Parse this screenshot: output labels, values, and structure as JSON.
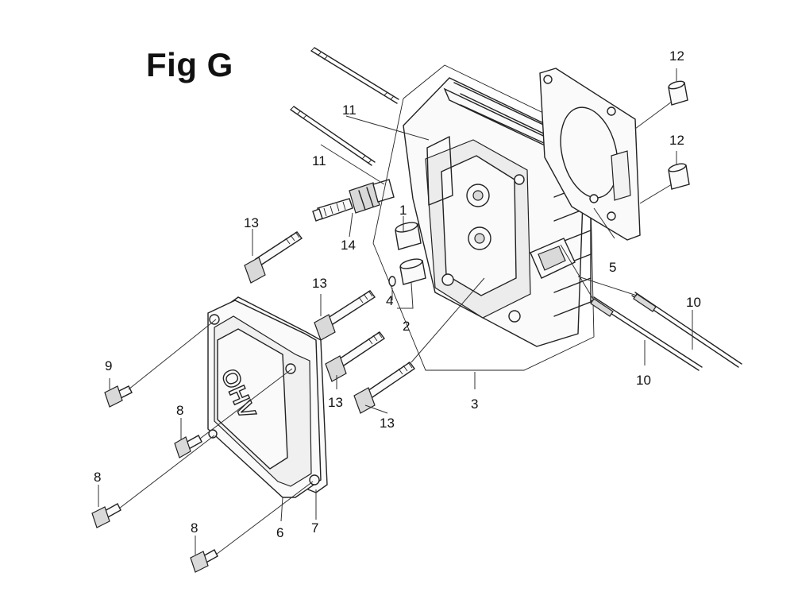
{
  "figure": {
    "title": "Fig G",
    "cover_marking": "OHV",
    "callouts": [
      {
        "id": "c1",
        "text": "1"
      },
      {
        "id": "c2",
        "text": "2"
      },
      {
        "id": "c3",
        "text": "3"
      },
      {
        "id": "c4",
        "text": "4"
      },
      {
        "id": "c5",
        "text": "5"
      },
      {
        "id": "c6",
        "text": "6"
      },
      {
        "id": "c7",
        "text": "7"
      },
      {
        "id": "c8a",
        "text": "8"
      },
      {
        "id": "c8b",
        "text": "8"
      },
      {
        "id": "c8c",
        "text": "8"
      },
      {
        "id": "c9",
        "text": "9"
      },
      {
        "id": "c10a",
        "text": "10"
      },
      {
        "id": "c10b",
        "text": "10"
      },
      {
        "id": "c11a",
        "text": "11"
      },
      {
        "id": "c11b",
        "text": "11"
      },
      {
        "id": "c12a",
        "text": "12"
      },
      {
        "id": "c12b",
        "text": "12"
      },
      {
        "id": "c13a",
        "text": "13"
      },
      {
        "id": "c13b",
        "text": "13"
      },
      {
        "id": "c13c",
        "text": "13"
      },
      {
        "id": "c13d",
        "text": "13"
      },
      {
        "id": "c14",
        "text": "14"
      }
    ]
  }
}
